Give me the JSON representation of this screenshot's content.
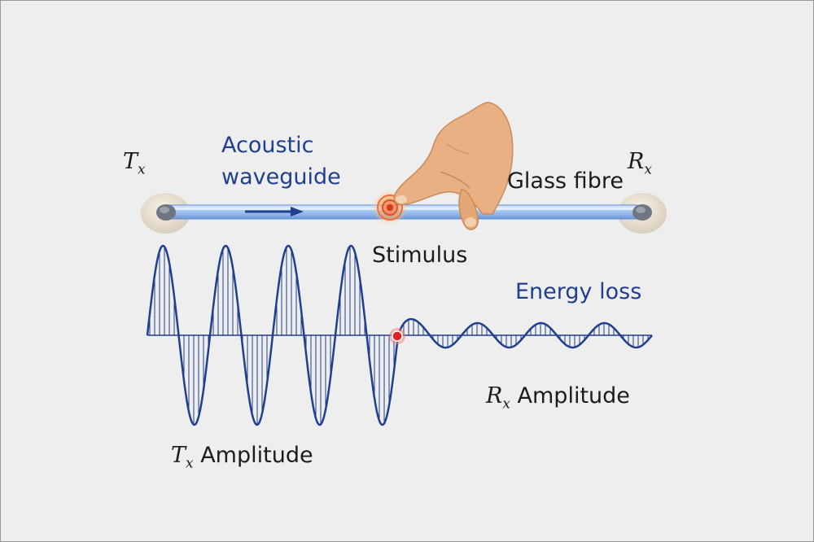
{
  "labels": {
    "tx_symbol": "T",
    "tx_sub": "x",
    "rx_symbol": "R",
    "rx_sub": "x",
    "acoustic_line1": "Acoustic",
    "acoustic_line2": "waveguide",
    "glass_fibre": "Glass fibre",
    "stimulus": "Stimulus",
    "energy_loss": "Energy loss",
    "tx_amp_symbol": "T",
    "tx_amp_sub": "x",
    "tx_amp_text": "Amplitude",
    "rx_amp_symbol": "R",
    "rx_amp_sub": "x",
    "rx_amp_text": "Amplitude"
  },
  "colors": {
    "wave": "#1f3f8f",
    "fibre": "#a8c8f0",
    "stimulus": "#e8402a",
    "hand": "#e9b183"
  }
}
